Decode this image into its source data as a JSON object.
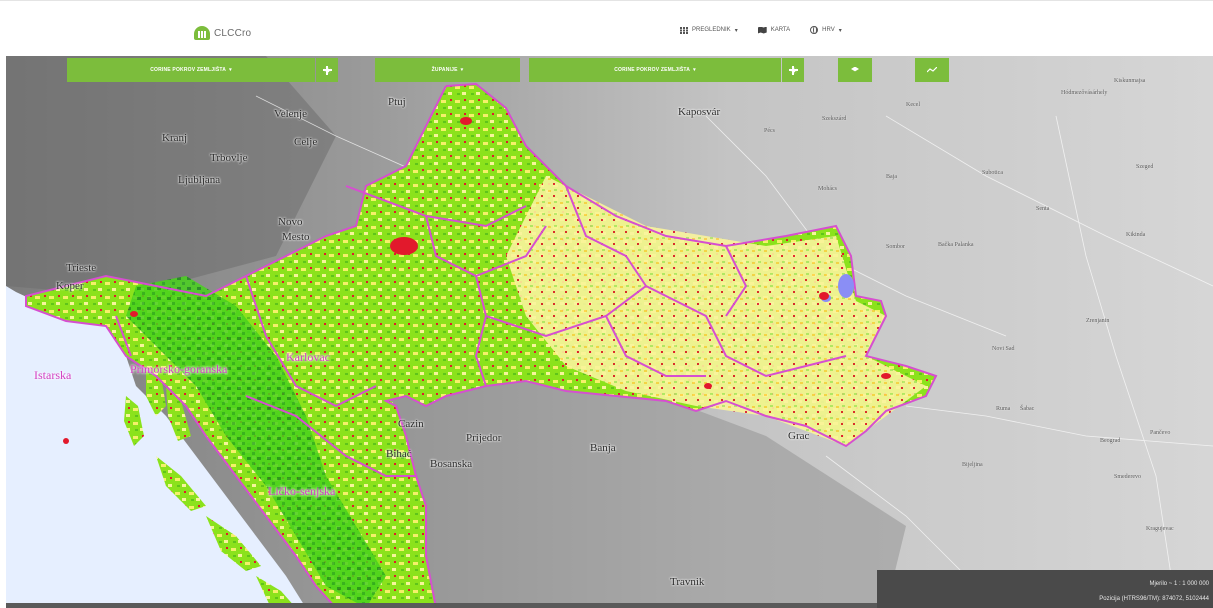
{
  "header": {
    "brand": "CLCCro",
    "nav": [
      {
        "label": "PREGLEDNIK",
        "icon": "grid-icon",
        "has_caret": true
      },
      {
        "label": "KARTA",
        "icon": "map-icon",
        "has_caret": false
      },
      {
        "label": "HRV",
        "icon": "globe-icon",
        "has_caret": true
      }
    ]
  },
  "toolbar": {
    "left_layer": "CORINE POKROV ZEMLJIŠTA",
    "zupanije": "ŽUPANIJE",
    "right_layer": "CORINE POKROV ZEMLJIŠTA",
    "caret": "▾"
  },
  "map": {
    "cities": [
      "Ptuj",
      "Velenje",
      "Kranj",
      "Celje",
      "Trbovlje",
      "Ljubljana",
      "Novo",
      "Mesto",
      "Trieste",
      "Koper",
      "Kaposvár",
      "Cazin",
      "Prijedor",
      "Bihać",
      "Bosanska",
      "Banja",
      "Grac",
      "Travnik"
    ],
    "regions": [
      "Istarska",
      "Primorsko-goranska",
      "Karlovac",
      "Ličko-senjska"
    ],
    "minor_places": [
      "Kiskunmajsa",
      "Hódmezővásárhely",
      "Sombor",
      "Bačka Palanka",
      "Novi Sad",
      "Zrenjanin",
      "Beograd",
      "Pančevo",
      "Ruma",
      "Šabac",
      "Bijeljina",
      "Kragujevac",
      "Smederevo",
      "Kikinda",
      "Senta",
      "Subotica",
      "Baja",
      "Mohács",
      "Szekszárd",
      "Pécs",
      "Kecel",
      "Szeged"
    ]
  },
  "status": {
    "scale": "Mjerilo ~ 1 : 1 000 000",
    "position": "Pozicija (HTRS96/TM): 874072, 5102444"
  },
  "colors": {
    "accent": "#7cbd3c",
    "border_pink": "#d64fd0",
    "land_green": "#7ee01a"
  }
}
